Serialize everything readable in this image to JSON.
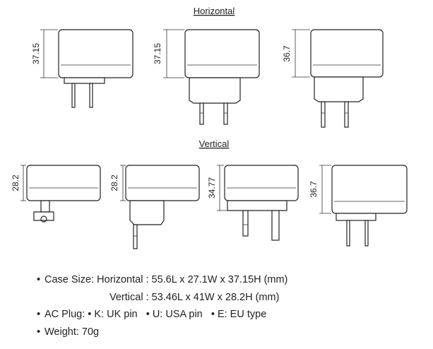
{
  "titles": {
    "horizontal": "Horizontal",
    "vertical": "Vertical"
  },
  "dimensions": {
    "h1": "37.15",
    "h2": "37.15",
    "h3": "36.7",
    "v1": "28.2",
    "v2": "28.2",
    "v3": "34.77",
    "v4": "36.7"
  },
  "specs": {
    "bullet": "•",
    "case_size_label": "Case Size:",
    "case_size_horizontal": "Horizontal : 55.6L x 27.1W x 37.15H (mm)",
    "case_size_vertical": "Vertical : 53.46L x 41W x 28.2H (mm)",
    "ac_plug_label": "AC Plug:",
    "plug_k": "K: UK pin",
    "plug_u": "U: USA pin",
    "plug_e": "E: EU type",
    "weight": "Weight: 70g"
  },
  "colors": {
    "line": "#222222",
    "background": "#ffffff"
  }
}
